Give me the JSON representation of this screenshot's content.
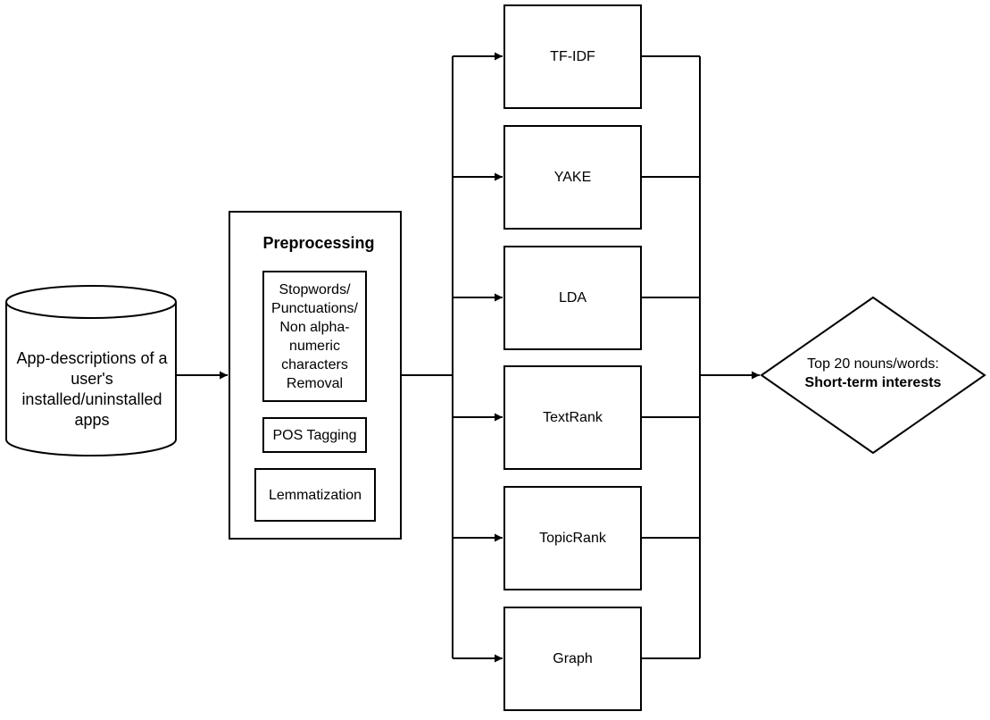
{
  "source": {
    "label": "App-descriptions of a user's installed/uninstalled apps"
  },
  "preprocessing": {
    "title": "Preprocessing",
    "steps": [
      "Stopwords/ Punctuations/ Non alpha-numeric characters Removal",
      "POS Tagging",
      "Lemmatization"
    ]
  },
  "methods": [
    "TF-IDF",
    "YAKE",
    "LDA",
    "TextRank",
    "TopicRank",
    "Graph"
  ],
  "output": {
    "line1": "Top 20 nouns/words:",
    "line2": "Short-term interests"
  }
}
